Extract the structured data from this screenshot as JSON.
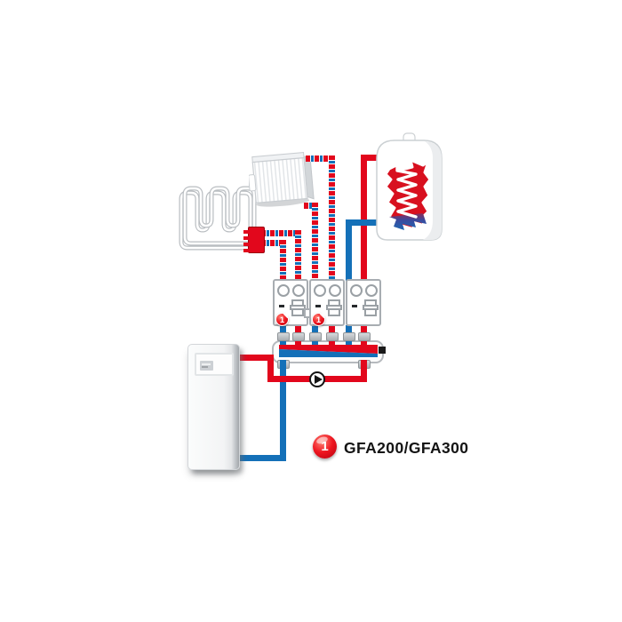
{
  "legend": {
    "badge": "1",
    "model": "GFA200/GFA300"
  },
  "pump_groups": [
    {
      "badge": "1"
    },
    {
      "badge": "1"
    },
    {
      "badge": ""
    }
  ],
  "colors": {
    "flow": "#e2071c",
    "return": "#1470b8",
    "outline": "#b6babe"
  },
  "components": {
    "floor_heating": "floor-heating-circuit-icon",
    "radiator": "panel-radiator-icon",
    "cylinder": "hot-water-cylinder-icon",
    "pump_group": "pump-group-icon",
    "manifold": "heating-manifold-icon",
    "boiler": "boiler-icon",
    "pump": "circulation-pump-icon"
  }
}
